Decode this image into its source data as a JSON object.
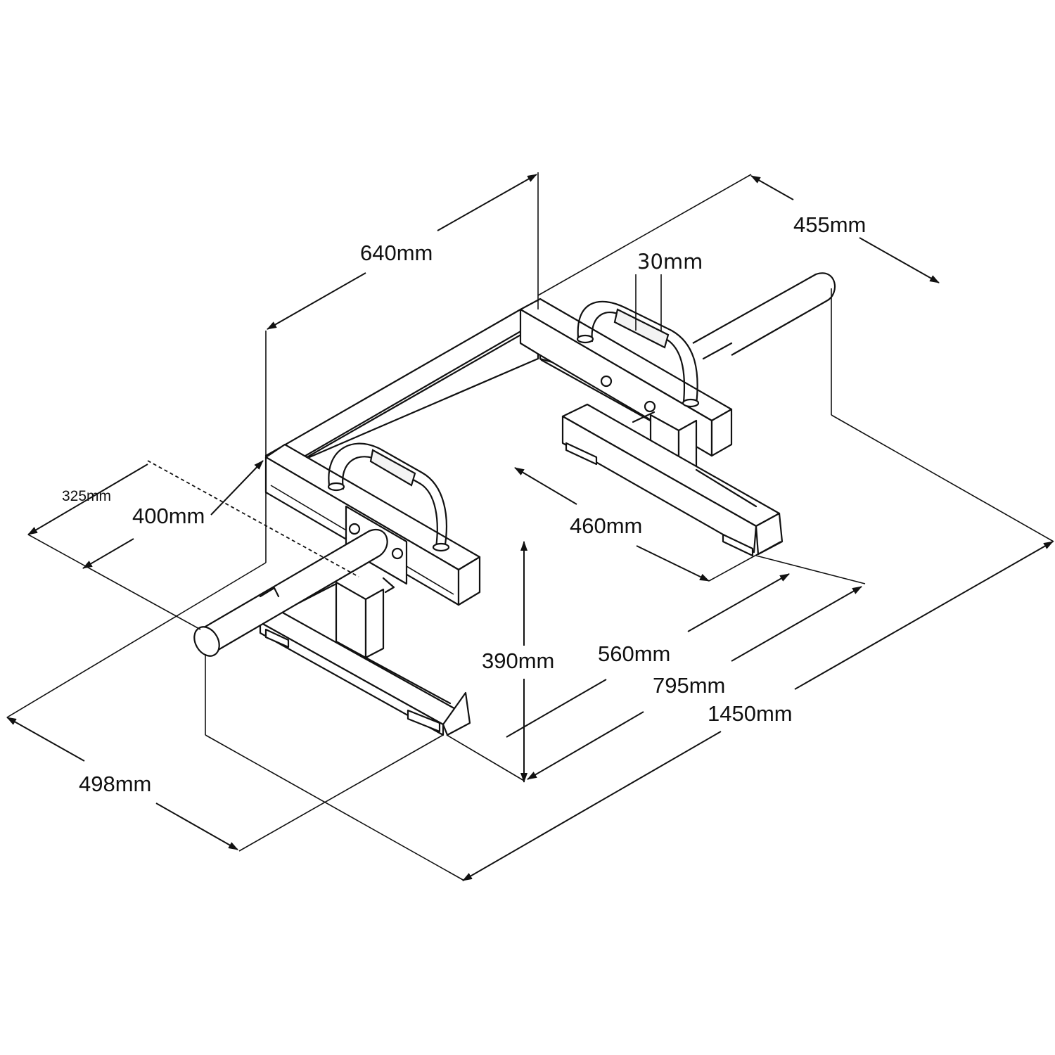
{
  "dimensions": {
    "d640": "640mm",
    "d455": "455mm",
    "d30": "30mm",
    "d325": "325mm",
    "d400": "400mm",
    "d460": "460mm",
    "d390": "390mm",
    "d560": "560mm",
    "d795": "795mm",
    "d1450": "1450mm",
    "d498": "498mm"
  },
  "colors": {
    "line": "#111111",
    "background": "#ffffff"
  }
}
